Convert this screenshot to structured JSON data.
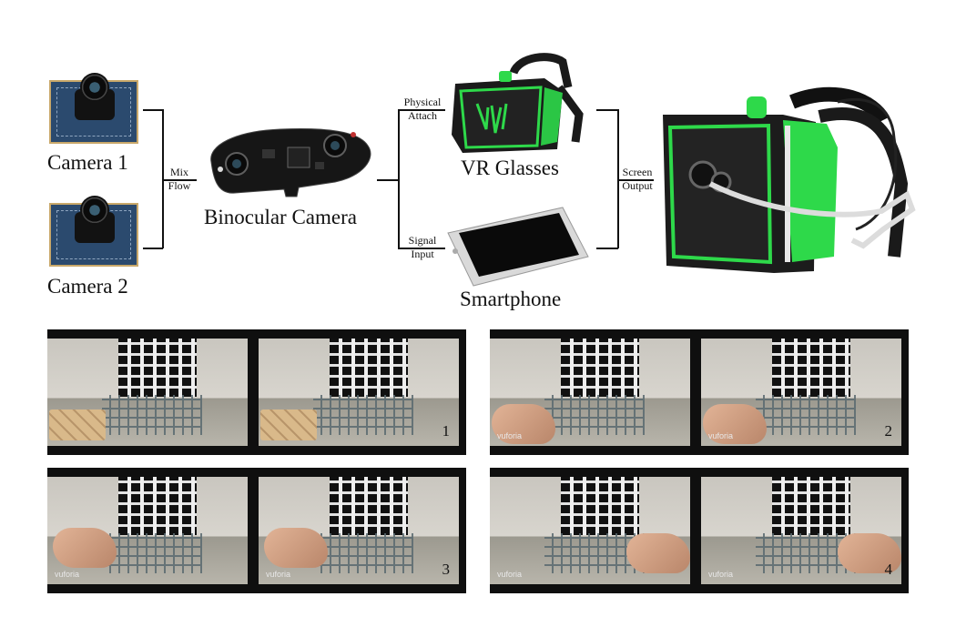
{
  "top": {
    "camera1_label": "Camera 1",
    "camera2_label": "Camera 2",
    "mix_flow_line1": "Mix",
    "mix_flow_line2": "Flow",
    "binocular_label": "Binocular Camera",
    "physical_attach_line1": "Physical",
    "physical_attach_line2": "Attach",
    "signal_input_line1": "Signal",
    "signal_input_line2": "Input",
    "vr_glasses_label": "VR Glasses",
    "smartphone_label": "Smartphone",
    "screen_output_line1": "Screen",
    "screen_output_line2": "Output"
  },
  "panels": [
    {
      "number": "1",
      "vuforia": ""
    },
    {
      "number": "2",
      "vuforia": "vuforia"
    },
    {
      "number": "3",
      "vuforia": "vuforia"
    },
    {
      "number": "4",
      "vuforia": "vuforia"
    }
  ],
  "colors": {
    "vr_accent": "#2ed94a",
    "panel_bg": "#0f0f0f"
  }
}
